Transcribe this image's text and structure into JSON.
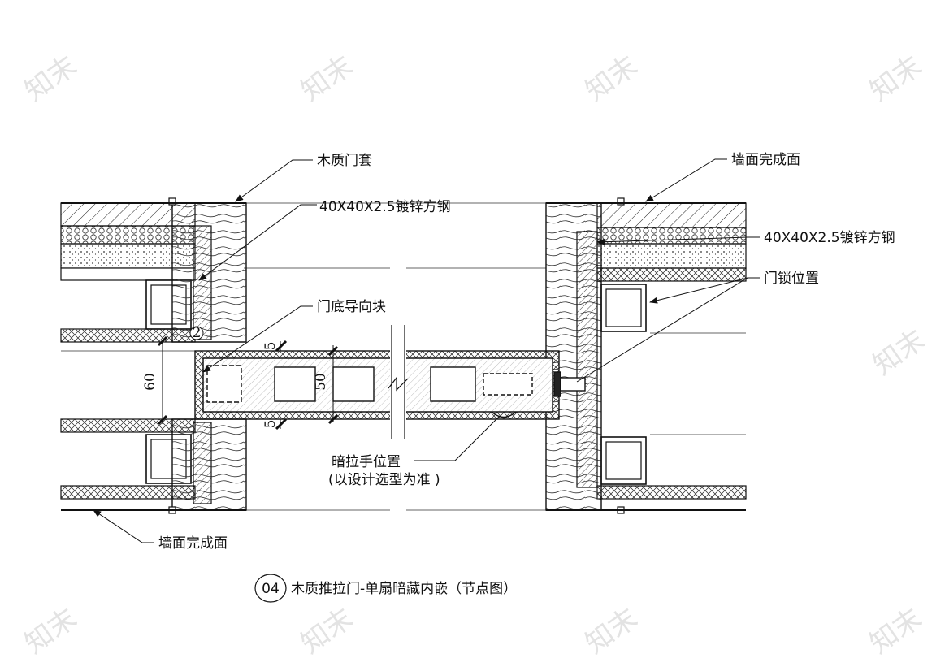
{
  "labels": {
    "door_casing": "木质门套",
    "steel_left": "40X40X2.5镀锌方钢",
    "steel_right": "40X40X2.5镀锌方钢",
    "wall_finish_top": "墙面完成面",
    "wall_finish_bottom": "墙面完成面",
    "lock_position": "门锁位置",
    "guide_block": "门底导向块",
    "handle_line1": "暗拉手位置",
    "handle_line2": "(以设计选型为准 )"
  },
  "dimensions": {
    "opening": "60",
    "leaf": "50",
    "gap_top": "5",
    "gap_bottom": "5"
  },
  "markers": {
    "point": "2"
  },
  "caption": {
    "number": "04",
    "text": "木质推拉门-单扇暗藏内嵌（节点图）"
  },
  "watermark": "知末"
}
